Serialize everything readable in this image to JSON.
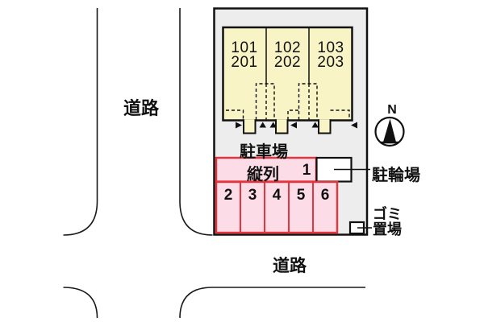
{
  "colors": {
    "parcel_fill": "#ededed",
    "building_fill": "#f8f4c6",
    "parking_fill": "#fcdce6",
    "parking_border": "#e8333c",
    "line": "#1a1a1a"
  },
  "roads": {
    "left_label": "道路",
    "bottom_label": "道路"
  },
  "building": {
    "units": [
      {
        "line1": "101",
        "line2": "201"
      },
      {
        "line1": "102",
        "line2": "202"
      },
      {
        "line1": "103",
        "line2": "203"
      }
    ]
  },
  "parking": {
    "area_label": "駐車場",
    "row1_label": "縦列",
    "row1_number": "1",
    "spaces": [
      "2",
      "3",
      "4",
      "5",
      "6"
    ]
  },
  "bicycle": {
    "label": "駐輪場"
  },
  "garbage": {
    "line1": "ゴミ",
    "line2": "置場"
  },
  "compass": {
    "label": "N"
  }
}
